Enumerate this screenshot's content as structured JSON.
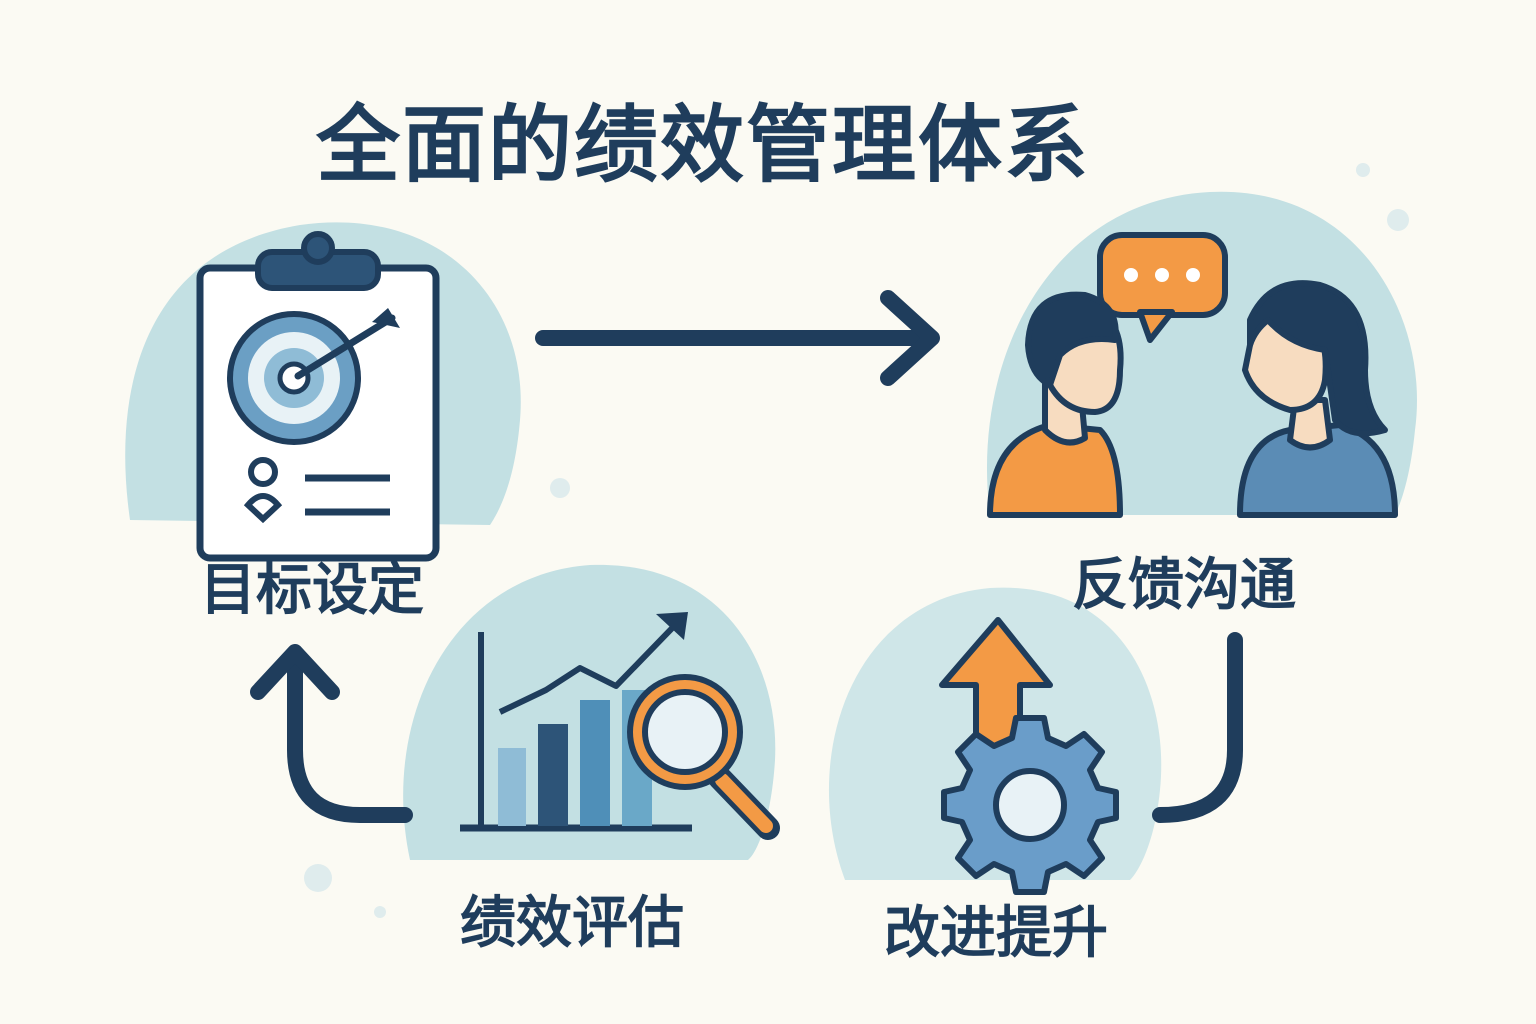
{
  "title": "全面的绩效管理体系",
  "steps": [
    {
      "label": "目标设定",
      "icon": "clipboard-target-icon"
    },
    {
      "label": "反馈沟通",
      "icon": "conversation-icon"
    },
    {
      "label": "改进提升",
      "icon": "gear-arrow-up-icon"
    },
    {
      "label": "绩效评估",
      "icon": "bar-chart-magnifier-icon"
    }
  ],
  "colors": {
    "navy": "#1f3d5c",
    "blob": "#c3e0e3",
    "orange": "#f39a45",
    "blue": "#5b8cb5",
    "background": "#fbfaf3"
  }
}
